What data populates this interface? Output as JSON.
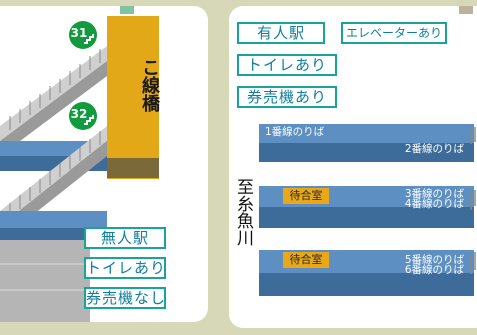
{
  "left_panel": {
    "stair_icons": [
      {
        "number": "31"
      },
      {
        "number": "32"
      }
    ],
    "bridge_label": "こ線橋",
    "features": [
      "無人駅",
      "トイレあり",
      "券売機なし"
    ]
  },
  "right_panel": {
    "features_row1": [
      "有人駅",
      "エレベーターあり"
    ],
    "features_row2": [
      "トイレあり"
    ],
    "features_row3": [
      "券売機あり"
    ],
    "destination": "至糸魚川",
    "platforms": [
      {
        "left_label": "1番線のりば",
        "right_label": "2番線のりば",
        "waiting_room": ""
      },
      {
        "left_label": "",
        "right_label": "3番線のりば\n4番線のりば",
        "waiting_room": "待合室"
      },
      {
        "left_label": "",
        "right_label": "5番線のりば\n6番線のりば",
        "waiting_room": "待合室"
      }
    ]
  },
  "colors": {
    "background": "#d7d8b8",
    "feature_border": "#1aa39a",
    "feature_text": "#0f7f9c",
    "bridge": "#e3a817",
    "platform_dark": "#3d6c9a",
    "platform_light": "#5d8fc2",
    "icon_green": "#129a3e"
  }
}
